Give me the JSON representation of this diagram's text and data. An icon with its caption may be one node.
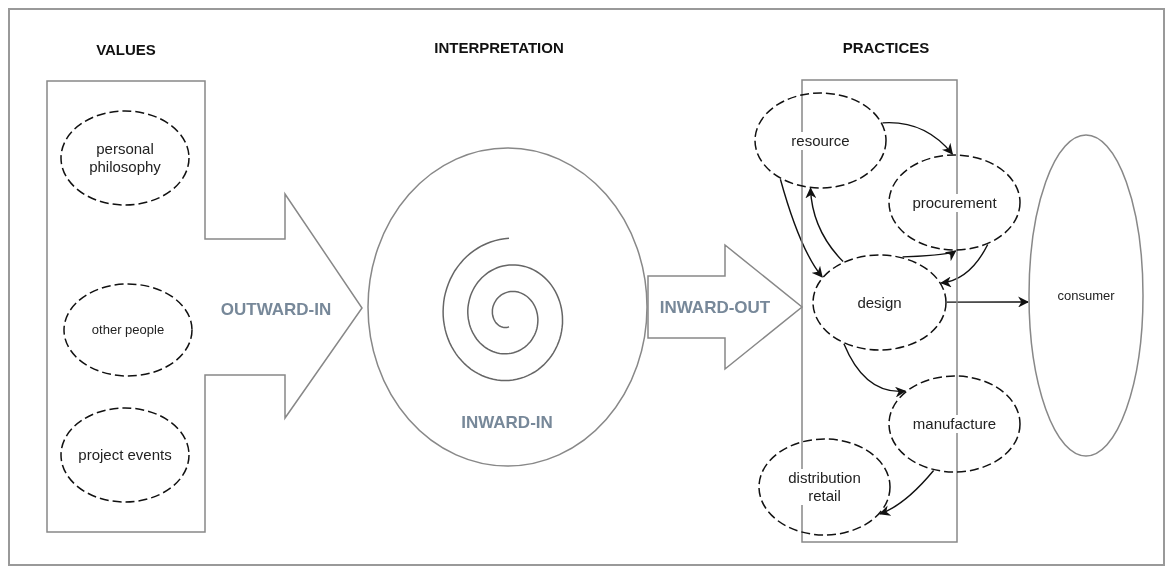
{
  "diagram": {
    "nodes": [
      {
        "text": [
          "VALUES",
          "OUTWARD-IN"
        ]
      },
      {
        "text": [
          "personal philosophy"
        ],
        "in": 0
      },
      {
        "text": [
          "other people"
        ],
        "in": 0
      },
      {
        "text": [
          "project events"
        ],
        "in": 0
      },
      {
        "text": [
          "INWARD-IN"
        ]
      },
      {
        "text": [
          "PRACTICES"
        ]
      },
      {
        "text": [
          "resource"
        ]
      },
      {
        "text": [
          "procurement"
        ]
      },
      {
        "text": [
          "design"
        ],
        "in": 5
      },
      {
        "text": [
          "manufacture"
        ]
      },
      {
        "text": [
          "distribution retail"
        ]
      },
      {
        "text": [
          "consumer"
        ]
      }
    ],
    "edges": [
      {
        "from": 6,
        "to": 7,
        "arrow": "to"
      },
      {
        "from": 6,
        "to": 8,
        "arrow": "to"
      },
      {
        "from": 8,
        "to": 6,
        "arrow": "to"
      },
      {
        "from": 8,
        "to": 7,
        "arrow": "to"
      },
      {
        "from": 7,
        "to": 8,
        "arrow": "to"
      },
      {
        "from": 8,
        "to": 11,
        "arrow": "to"
      },
      {
        "from": 8,
        "to": 9,
        "arrow": "to"
      },
      {
        "from": 9,
        "to": 10,
        "arrow": "to"
      },
      {
        "from": 4,
        "to": 5,
        "arrow": "to",
        "label": "INWARD-OUT",
        "style": "thick",
        "color": "#888888"
      }
    ],
    "labels": [
      "INTERPRETATION"
    ]
  }
}
